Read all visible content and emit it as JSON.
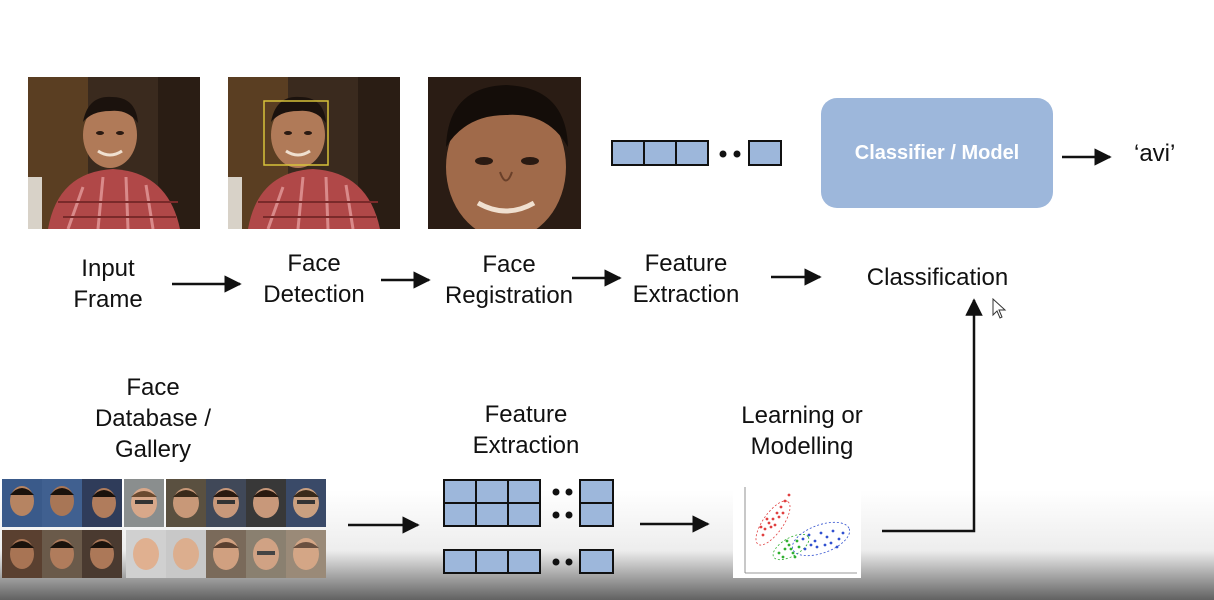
{
  "pipeline": {
    "steps": [
      {
        "id": "input-frame",
        "label": "Input\nFrame"
      },
      {
        "id": "face-detection",
        "label": "Face\nDetection"
      },
      {
        "id": "face-registration",
        "label": "Face\nRegistration"
      },
      {
        "id": "feature-extraction",
        "label": "Feature\nExtraction"
      },
      {
        "id": "classification",
        "label": "Classification"
      }
    ],
    "classifier_label": "Classifier / Model",
    "output": "‘avi’"
  },
  "gallery": {
    "label": "Face\nDatabase /\nGallery",
    "feature_label": "Feature\nExtraction",
    "learning_label": "Learning or\nModelling"
  },
  "colors": {
    "feature_block": "#9db7db",
    "classifier_box": "#9db7db",
    "detection_box": "#d8c23a",
    "scatter_red": "#e04040",
    "scatter_green": "#30b030",
    "scatter_blue": "#3050d0"
  }
}
